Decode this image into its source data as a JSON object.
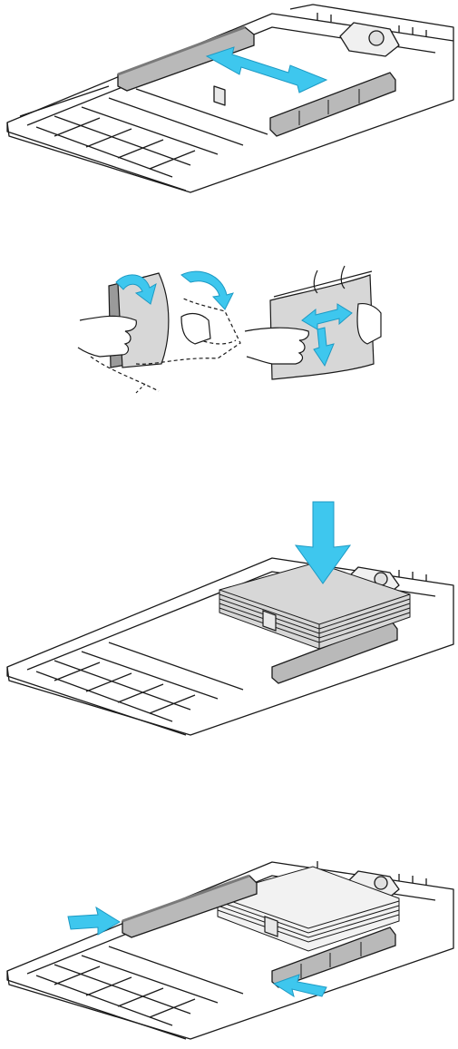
{
  "colors": {
    "arrow": "#3ec7ee",
    "arrow_edge": "#1d9ac4",
    "guide": "#b9b9b9",
    "guide_dark": "#7a7a7a",
    "paper": "#d7d7d7",
    "tray_outline": "#1a1a1a",
    "background": "#ffffff"
  },
  "steps": [
    {
      "id": "adjust-guides",
      "arrows": "two-way-horizontal"
    },
    {
      "id": "fan-paper",
      "arrows": "flex-and-fan"
    },
    {
      "id": "load-paper",
      "arrows": "down"
    },
    {
      "id": "guides-against-paper",
      "arrows": "inward"
    }
  ]
}
